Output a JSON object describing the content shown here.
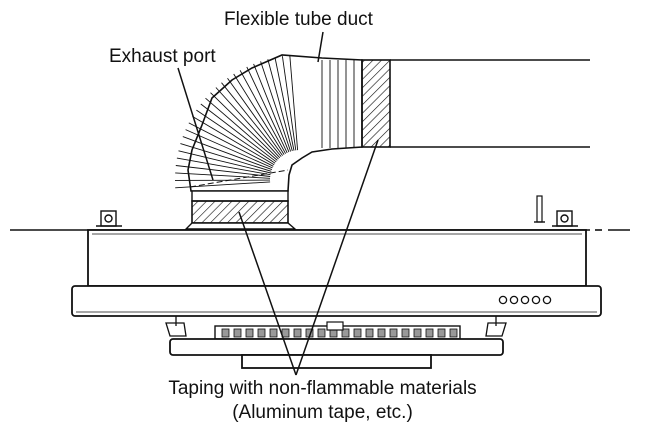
{
  "labels": {
    "flexible_tube_duct": "Flexible tube duct",
    "exhaust_port": "Exhaust port",
    "taping_line1": "Taping with non-flammable materials",
    "taping_line2": "(Aluminum tape, etc.)"
  },
  "colors": {
    "line": "#111111",
    "background": "#ffffff",
    "hatch_fill": "#999999"
  }
}
